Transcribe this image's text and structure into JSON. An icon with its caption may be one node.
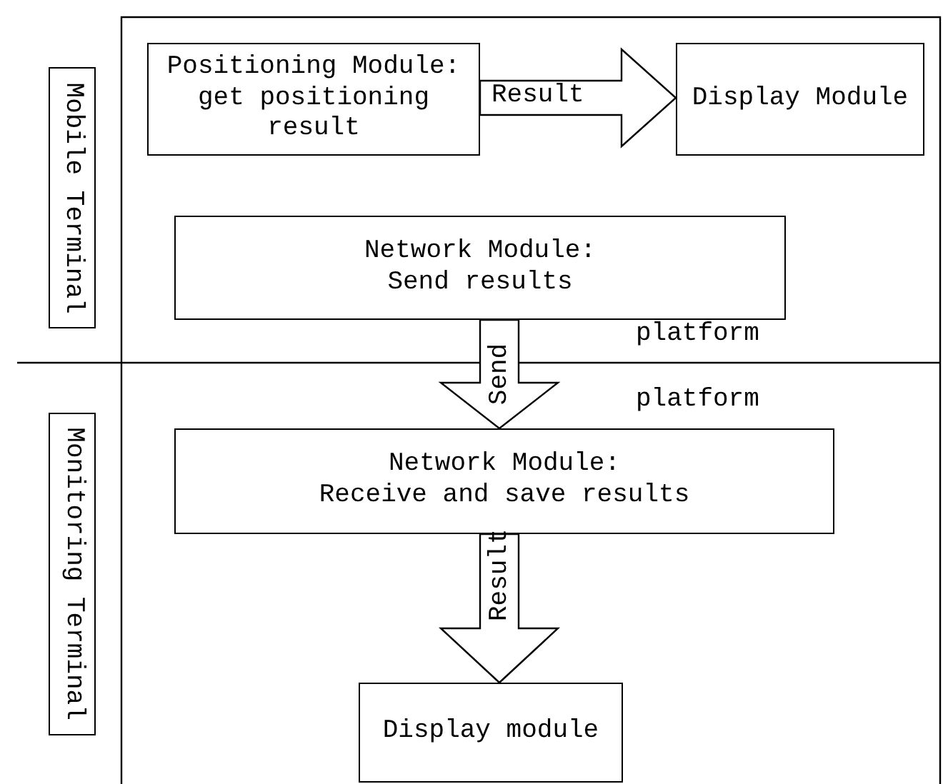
{
  "diagram": {
    "nodes": [
      {
        "text": [
          "Mobile Terminal"
        ]
      },
      {
        "text": [
          "Monitoring Terminal"
        ]
      },
      {
        "text": [
          "Positioning Module: get positioning result"
        ]
      },
      {
        "text": [
          "Display Module"
        ]
      },
      {
        "text": [
          "Network Module:",
          "Send results"
        ]
      },
      {
        "text": [
          "Network Module:",
          "Receive and save results"
        ]
      },
      {
        "text": [
          "Display module"
        ]
      }
    ],
    "edges": [
      {
        "from": 2,
        "to": 3,
        "label": "Result",
        "arrow": "to"
      },
      {
        "from": 4,
        "to": 5,
        "label": "Send",
        "arrow": "to"
      },
      {
        "from": 5,
        "to": 6,
        "label": "Result",
        "arrow": "to"
      }
    ],
    "labels": [
      "platform",
      "platform"
    ]
  }
}
